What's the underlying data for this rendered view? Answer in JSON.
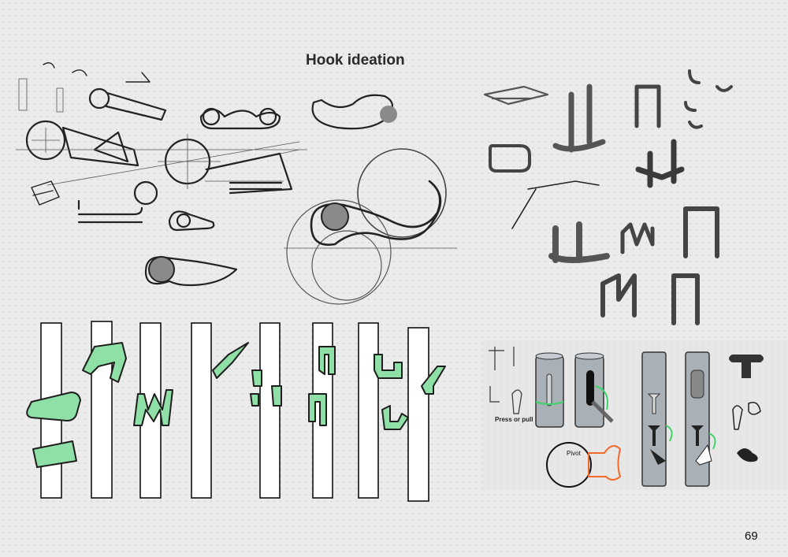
{
  "page": {
    "title": "Hook ideation",
    "page_number": "69"
  },
  "annotations": {
    "press_or_pull": "Press or pull",
    "pivot": "Pivot"
  },
  "colors": {
    "background": "#ebebeb",
    "highlight_green": "#8fe0a6",
    "arrow_green": "#3ed36a",
    "pivot_orange": "#f26a2a",
    "cylinder_gray": "#a9b0b6"
  }
}
